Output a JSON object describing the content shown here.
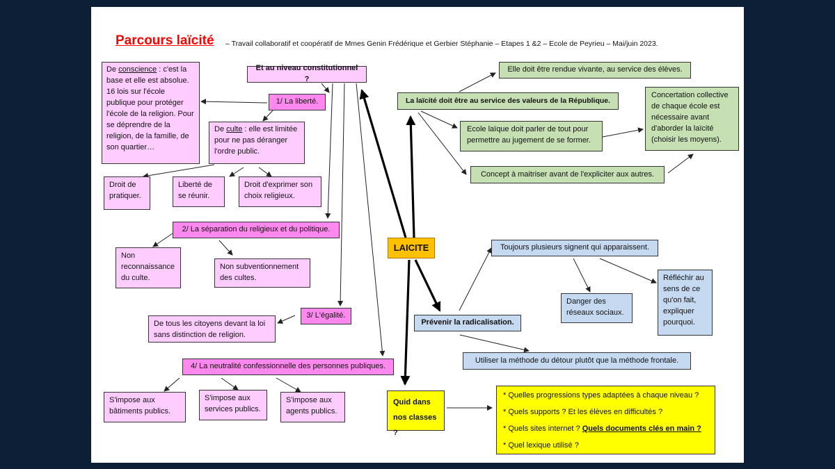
{
  "title": "Parcours laïcité",
  "subtitle": "– Travail collaboratif et coopératif de Mmes Genin Frédérique et Gerbier Stéphanie – Etapes 1 &2 – Ecole de Peyrieu – Mai/juin 2023.",
  "center": "LAICITE",
  "left": {
    "constitution": "Et au niveau constitutionnel ?",
    "liberte": "1/ La liberté.",
    "conscience": {
      "prefix": "De ",
      "word": "conscience",
      "rest": " : c'est la base et elle est absolue. 16 lois sur l'école publique pour protéger l'école de la religion. Pour se déprendre de la religion, de la famille, de son quartier…"
    },
    "culte": {
      "prefix": "De ",
      "word": "culte",
      "rest": " : elle est limitée pour ne pas déranger l'ordre public."
    },
    "droit_pratiquer": "Droit de pratiquer.",
    "liberte_reunir": "Liberté de se réunir.",
    "droit_exprimer": "Droit d'exprimer son choix religieux.",
    "separation": "2/ La séparation du religieux et du politique.",
    "non_reconnaissance": "Non reconnaissance du culte.",
    "non_subvention": "Non subventionnement des cultes.",
    "egalite": "3/ L'égalité.",
    "citoyens": "De tous les citoyens devant la loi sans distinction de religion.",
    "neutralite": "4/ La neutralité confessionnelle des personnes publiques.",
    "batiments": "S'impose aux bâtiments publics.",
    "services": "S'impose aux services publics.",
    "agents": "S'impose aux agents publics."
  },
  "right": {
    "valeurs": "La laïcité doit être au service des valeurs de la République.",
    "vivante": "Elle doit être rendue vivante, au service des élèves.",
    "ecole_parler": "Ecole laïque doit parler de tout pour permettre au jugement de se former.",
    "concept": "Concept à maitriser avant de l'expliciter aux autres.",
    "concertation": "Concertation collective de chaque école est nécessaire avant d'aborder la laïcité (choisir les moyens).",
    "radicalisation": "Prévenir la radicalisation.",
    "signent": "Toujours plusieurs signent qui apparaissent.",
    "danger": "Danger des réseaux sociaux.",
    "reflechir": "Réfléchir au sens de ce qu'on fait, expliquer pourquoi.",
    "detour": "Utiliser la méthode du détour plutôt que la méthode frontale.",
    "classes": "Quid dans nos classes ?",
    "questions": [
      "* Quelles progressions types adaptées à chaque niveau ?",
      "* Quels supports ? Et les élèves en difficultés ?",
      "* Quels sites internet ? ",
      "* Quel lexique utilisé ?"
    ],
    "questions_doc": "Quels documents clés en main ?"
  }
}
